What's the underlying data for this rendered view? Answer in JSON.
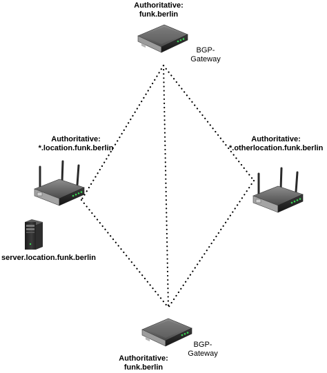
{
  "nodes": {
    "top": {
      "label_line1": "Authoritative:",
      "label_line2": "funk.berlin",
      "role_line1": "BGP-",
      "role_line2": "Gateway",
      "icon": "router-icon"
    },
    "left": {
      "label_line1": "Authoritative:",
      "label_line2": "*.location.funk.berlin",
      "icon": "wifi-router-icon"
    },
    "right": {
      "label_line1": "Authoritative:",
      "label_line2": "*.otherlocation.funk.berlin",
      "icon": "wifi-router-icon"
    },
    "bottom": {
      "label_line1": "Authoritative:",
      "label_line2": "funk.berlin",
      "role_line1": "BGP-",
      "role_line2": "Gateway",
      "icon": "router-icon"
    },
    "server": {
      "label": "server.location.funk.berlin",
      "icon": "server-tower-icon"
    }
  },
  "links": [
    [
      "top",
      "left"
    ],
    [
      "top",
      "right"
    ],
    [
      "top",
      "bottom"
    ],
    [
      "left",
      "bottom"
    ],
    [
      "right",
      "bottom"
    ]
  ],
  "link_style": "dotted",
  "colors": {
    "device_dark": "#2b2b2b",
    "device_mid": "#5a5a5a",
    "device_light": "#9a9a9a",
    "led_green": "#39d353",
    "link": "#000000"
  }
}
